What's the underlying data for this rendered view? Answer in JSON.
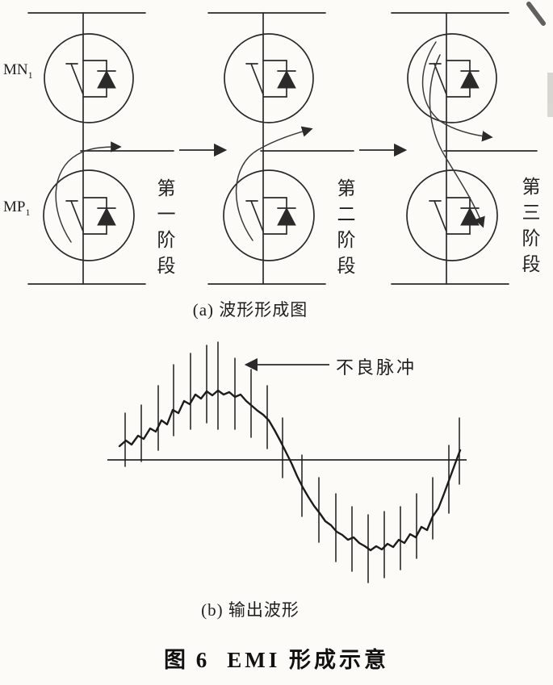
{
  "figure": {
    "part_a": {
      "caption": "(a) 波形形成图",
      "transistor_top_label": "MN",
      "transistor_top_sub": "1",
      "transistor_bottom_label": "MP",
      "transistor_bottom_sub": "1",
      "stages": [
        {
          "label": "第一阶段"
        },
        {
          "label": "第二阶段"
        },
        {
          "label": "第三阶段"
        }
      ]
    },
    "part_b": {
      "caption": "(b) 输出波形",
      "annotation": "不良脉冲"
    },
    "caption_prefix": "图 6",
    "caption_text": "EMI 形成示意"
  },
  "colors": {
    "ink": "#2a2a2a",
    "paper": "#fcfbf7"
  }
}
